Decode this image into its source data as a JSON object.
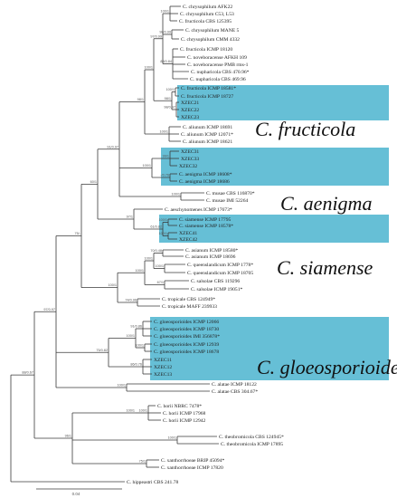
{
  "colors": {
    "highlight": "#66bfd6",
    "line": "#3a3a3a",
    "text": "#222222"
  },
  "scale_bar_label": "0.04",
  "clades": [
    {
      "name": "fructicola-clade",
      "label": "C. fructicola"
    },
    {
      "name": "aenigma-clade",
      "label": "C. aenigma"
    },
    {
      "name": "siamense-clade",
      "label": "C. siamense"
    },
    {
      "name": "gloeosporioides-clade",
      "label": "C. gloeosporioides"
    }
  ],
  "taxa": [
    "C. chrysophilum AFK22",
    "C. chrysophilum C53, L53",
    "C. fructicola CBS 125395",
    "C. chrysophilum MANE 5",
    "C. chrysophilum CMM 4332",
    "C. fructicola ICMP 18120",
    "C. noveboracense AFKH 109",
    "C. noveboracense PMB rms-1",
    "C. nupharicola CBS 470.96*",
    "C. nupharicola CBS 469.96",
    "C. fructicola ICMP 18581*",
    "C. fructicola ICMP 18727",
    "XZEC21",
    "XZEC22",
    "XZEC23",
    "C. aliunum ICMP 18691",
    "C. aliunum ICMP 12071*",
    "C. aliunum ICMP 18621",
    "XZEC31",
    "XZEC33",
    "XZEC32",
    "C. aenigma ICMP 18608*",
    "C. aenigma ICMP 18686",
    "C. musae CBS 116870*",
    "C. musae IMI 52264",
    "C. aeschynomenes ICMP 17673*",
    "C. siamense ICMP 17795",
    "C. siamense ICMP 18578*",
    "XZEC41",
    "XZEC42",
    "C. asianum ICMP 18580*",
    "C. asianum ICMP 18696",
    "C. queenslandicum ICMP 1778*",
    "C. queenslandicum ICMP 18705",
    "C. salsolae CBS 119296",
    "C. salsolae ICMP 19051*",
    "C. tropicale CBS 124949*",
    "C. tropicale MAFF 239933",
    "C. gloeosporioides ICMP 12066",
    "C. gloeosporioides ICMP 18730",
    "C. gloeosporioides IMI 356878*",
    "C. gloeosporioides ICMP 12939",
    "C. gloeosporioides ICMP 18678",
    "XZEC11",
    "XZEC12",
    "XZEC13",
    "C. alatae ICMP 18122",
    "C. alatae CBS 304.67*",
    "C. horii NBRC 7478*",
    "C. horii ICMP 17968",
    "C. horii ICMP 12942",
    "C. theobromicola CBS 124945*",
    "C. theobromicola ICMP 17895",
    "C. xanthorrhoeae BRIP 45094*",
    "C. xanthorrhoeae ICMP 17820",
    "C. hippeastri CBS 241.78"
  ],
  "support_values": [
    "88/0.67",
    "97/0.97",
    "75/-",
    "60/1",
    "91/0.97",
    "98/1",
    "100/1",
    "97/0.99",
    "100/1",
    "98/0.99",
    "83/0.84",
    "98/1",
    "100/1",
    "98/0.97",
    "100/1",
    "100/1",
    "99/1",
    "-/0.76",
    "100/1",
    "97/1",
    "61/0.82",
    "100/1",
    "100/1",
    "100/1",
    "100/1",
    "100/1",
    "70/0.48",
    "100/1",
    "67/1",
    "74/0.96",
    "75/0.82",
    "100/1",
    "91/0.86",
    "100/1",
    "86/0.76",
    "100/1",
    "96/1",
    "100/1",
    "100/1",
    "100/1",
    "75/1"
  ]
}
